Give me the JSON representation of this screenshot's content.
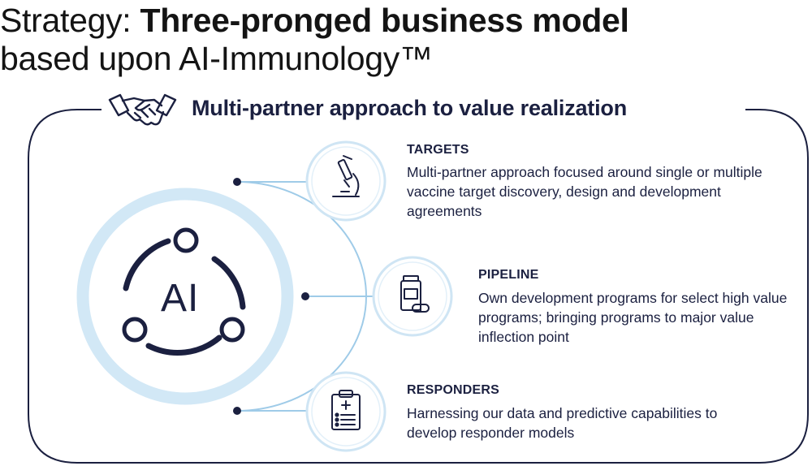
{
  "title": {
    "prefix": "Strategy: ",
    "bold": "Three-pronged business model",
    "line2": "based upon AI-Immunology™"
  },
  "heading": "Multi-partner approach to value realization",
  "center_label": "AI",
  "pillars": [
    {
      "title": "TARGETS",
      "description": "Multi-partner approach focused around single or multiple vaccine target discovery, design and development agreements",
      "icon": "microscope-icon"
    },
    {
      "title": "PIPELINE",
      "description": "Own development programs for select high value programs; bringing programs to major value inflection point",
      "icon": "medicine-bottle-icon"
    },
    {
      "title": "RESPONDERS",
      "description": "Harnessing our data and predictive capabilities to develop responder models",
      "icon": "clipboard-icon"
    }
  ],
  "colors": {
    "navy": "#1b2040",
    "light_blue": "#d2e8f6",
    "connector_blue": "#9fcbe8"
  }
}
